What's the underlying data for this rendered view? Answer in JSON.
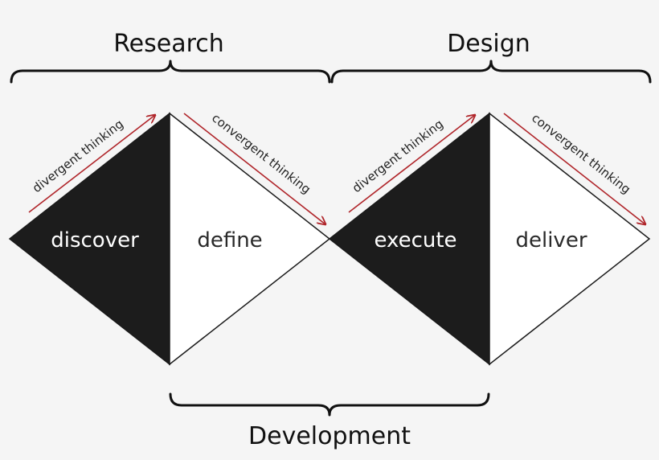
{
  "colors": {
    "background": "#f5f5f5",
    "dark_fill": "#1c1c1c",
    "light_fill": "#ffffff",
    "outline": "#1a1a1a",
    "arrow": "#b0252a",
    "dark_text": "#ffffff",
    "light_text": "#2a2a2a"
  },
  "phases": {
    "research": "Research",
    "design": "Design",
    "development": "Development"
  },
  "diamonds": [
    {
      "left_label": "discover",
      "right_label": "define",
      "divergent_label": "divergent thinking",
      "convergent_label": "convergent thinking"
    },
    {
      "left_label": "execute",
      "right_label": "deliver",
      "divergent_label": "divergent thinking",
      "convergent_label": "convergent thinking"
    }
  ]
}
